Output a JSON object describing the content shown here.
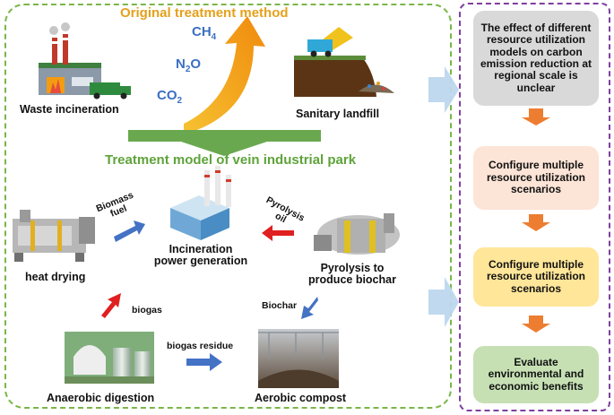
{
  "original": {
    "title": "Original treatment method",
    "gases": {
      "ch4": {
        "base": "CH",
        "sub": "4"
      },
      "n2o": {
        "base": "N",
        "sub": "2",
        "tail": "O"
      },
      "co2": {
        "base": "CO",
        "sub": "2"
      }
    },
    "incineration_label": "Waste incineration",
    "landfill_label": "Sanitary landfill"
  },
  "park": {
    "title": "Treatment model of vein industrial park",
    "power_label": [
      "Incineration",
      "power generation"
    ],
    "heat_drying_label": "heat drying",
    "pyrolysis_label": [
      "Pyrolysis to",
      "produce biochar"
    ],
    "anaerobic_label": "Anaerobic digestion",
    "compost_label": "Aerobic compost",
    "arrows": {
      "biomass_fuel": [
        "Biomass",
        "fuel"
      ],
      "pyrolysis_oil": [
        "Pyrolysis",
        "oil"
      ],
      "biogas": "biogas",
      "biochar": "Biochar",
      "biogas_residue": "biogas residue"
    }
  },
  "flow": {
    "steps": [
      {
        "text": "The effect of different resource utilization models on carbon emission reduction at regional scale is unclear",
        "color": "#d9d9d9"
      },
      {
        "text": "Configure multiple resource utilization scenarios",
        "color": "#fce4d6"
      },
      {
        "text": "Configure multiple resource utilization scenarios",
        "color": "#ffe699"
      },
      {
        "text": "Evaluate environmental and economic benefits",
        "color": "#c6e0b4"
      }
    ],
    "connector_color": "#ed7d31"
  },
  "colors": {
    "left_border": "#7ab648",
    "right_border": "#7e3fa0",
    "blue_arrow": "#4472c4",
    "red_arrow": "#e02020",
    "big_arrow": "#bdd7ee",
    "green_bar": "#6aa84f"
  }
}
